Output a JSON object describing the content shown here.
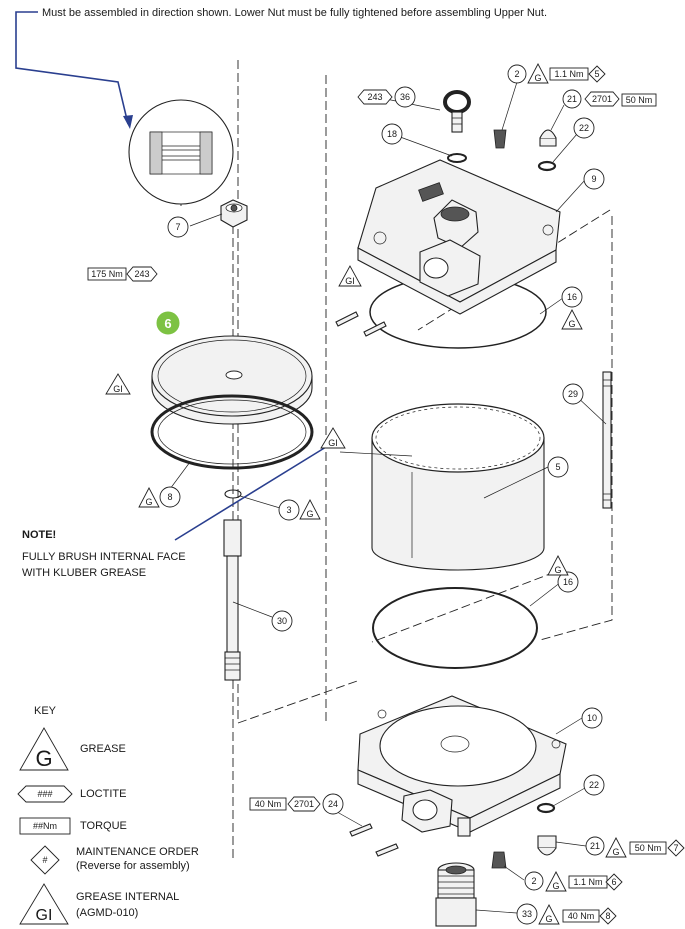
{
  "header_note": "Must be assembled in direction shown. Lower Nut must be fully tightened before assembling Upper Nut.",
  "note": {
    "title": "NOTE!",
    "line1": "FULLY BRUSH INTERNAL FACE",
    "line2": "WITH KLUBER GREASE"
  },
  "key": {
    "title": "KEY",
    "grease": "GREASE",
    "grease_symbol": "G",
    "loctite_symbol": "###",
    "loctite": "LOCTITE",
    "torque_symbol": "##Nm",
    "torque": "TORQUE",
    "order_symbol": "#",
    "order_line1": "MAINTENANCE ORDER",
    "order_line2": "(Reverse for assembly)",
    "gi_symbol": "GI",
    "gi_line1": "GREASE INTERNAL",
    "gi_line2": "(AGMD-010)"
  },
  "parts": {
    "p2": "2",
    "p3": "3",
    "p5": "5",
    "p6": "6",
    "p7": "7",
    "p8": "8",
    "p9": "9",
    "p10": "10",
    "p16": "16",
    "p18": "18",
    "p21": "21",
    "p22": "22",
    "p24": "24",
    "p29": "29",
    "p30": "30",
    "p33": "33",
    "p36": "36"
  },
  "callouts": {
    "torque_1_1": "1.1 Nm",
    "torque_50": "50 Nm",
    "torque_175": "175 Nm",
    "torque_40": "40 Nm",
    "loctite_243": "243",
    "loctite_2701": "2701",
    "order_5": "5",
    "order_6": "6",
    "order_7": "7",
    "order_8": "8",
    "sym_g": "G",
    "sym_gi": "GI"
  },
  "colors": {
    "leader_blue": "#2a3f8f",
    "highlight_green": "#7dc243"
  }
}
